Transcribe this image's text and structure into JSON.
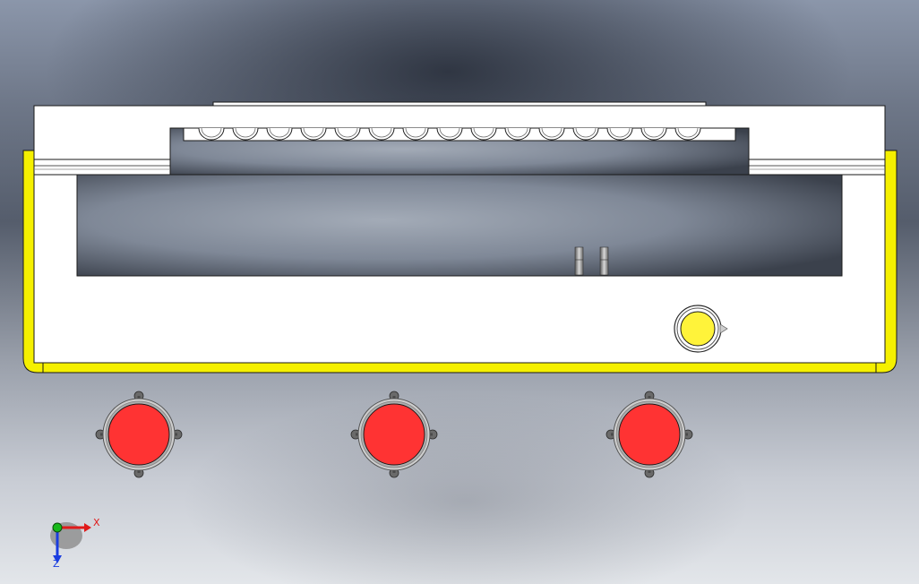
{
  "scene": {
    "colors": {
      "body": "#ffffff",
      "outline": "#1a1a1a",
      "trim": "#f5f000",
      "cavity": "#7c8594",
      "red_button": "#ff3333",
      "yellow_button": "#fff33a",
      "axis_x": "#e01a1a",
      "axis_y": "#17b81a",
      "axis_z": "#1a3de0"
    },
    "rollers": {
      "count": 15
    },
    "red_buttons": {
      "count": 3
    },
    "triad": {
      "x_label": "X",
      "z_label": "Z"
    }
  }
}
